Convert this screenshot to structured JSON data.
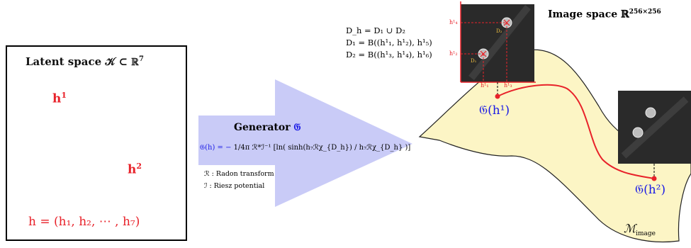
{
  "latent": {
    "title": "Latent space 𝒦 ⊂ ℝ",
    "title_sup": "7",
    "point1": "h",
    "point1_sup": "1",
    "point2": "h",
    "point2_sup": "2",
    "tuple": "h = (h₁, h₂, ⋯ , h₇)"
  },
  "generator": {
    "title": "Generator",
    "symbol": "𝔊",
    "formula_lhs": "𝔊(h) = −",
    "formula_rhs": "1/4π ℛ*ℐ⁻¹ [ln( sinh(h₇ℛχ_{D_h}) / h₇ℛχ_{D_h} )]",
    "legend_radon": "ℛ : Radon transform",
    "legend_riesz": "ℐ : Riesz potential"
  },
  "definitions": {
    "line1": "D_h = D₁ ∪ D₂",
    "line2": "D₁ = B((h¹₁, h¹₂), h¹₅)",
    "line3": "D₂ = B((h¹₃, h¹₄), h¹₆)"
  },
  "image_space": {
    "title": "Image space ℝ",
    "title_sup": "256×256",
    "d1_label": "D₁",
    "d2_label": "D₂",
    "tick_h1": "h¹₁",
    "tick_h3": "h¹₃",
    "tick_h2": "h¹₂",
    "tick_h4": "h¹₄",
    "g_h1": "𝔊(h¹)",
    "g_h2": "𝔊(h²)",
    "manifold": "ℳ",
    "manifold_sub": "image"
  },
  "colors": {
    "accent_red": "#e8222a",
    "accent_blue": "#1a1ae6",
    "arrow_fill": "#c9cbf7",
    "manifold_fill": "#fcf5c5",
    "disk_fill": "#d9d9d9"
  }
}
